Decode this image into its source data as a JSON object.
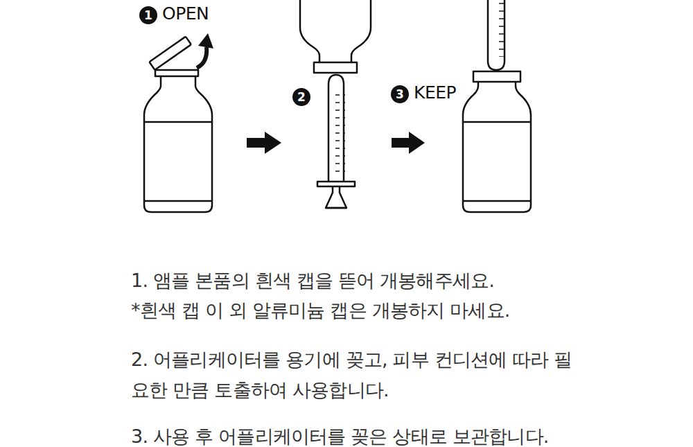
{
  "diagram": {
    "labels": [
      "1",
      "OPEN",
      "2",
      "3",
      "KEEP",
      "1. 앰플 본품의 흰색 캡을 뜯어 개봉해주세요.",
      "*흰색 캡 이 외 알류미늄 캡은 개봉하지 마세요.",
      "2. 어플리케이터를 용기에 꽂고, 피부 컨디션에 따라 필요한 만큼 토출하여 사용합니다.",
      "3. 사용 후 어플리케이터를 꽂은 상태로 보관합니다."
    ]
  }
}
